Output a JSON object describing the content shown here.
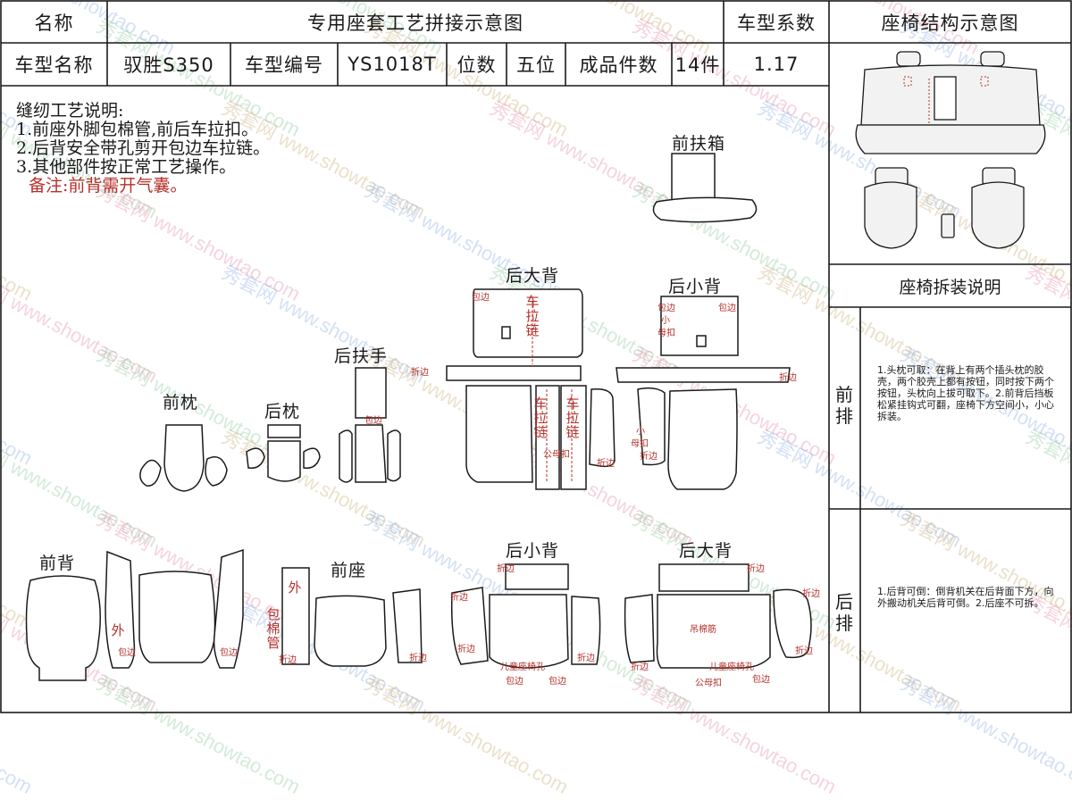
{
  "header": {
    "name_label": "名称",
    "title": "专用座套工艺拼接示意图",
    "coef_label": "车型系数",
    "struct_title": "座椅结构示意图",
    "model_name_label": "车型名称",
    "model_name": "驭胜S350",
    "model_no_label": "车型编号",
    "model_no": "YS1018T",
    "seats_label": "位数",
    "seats": "五位",
    "pieces_label": "成品件数",
    "pieces": "14件",
    "coef_value": "1.17"
  },
  "notes": {
    "title": "缝纫工艺说明:",
    "line1": "1.前座外脚包棉管,前后车拉扣。",
    "line2": "2.后背安全带孔剪开包边车拉链。",
    "line3": "3.其他部件按正常工艺操作。",
    "remark": "备注:前背需开气囊。"
  },
  "pieces": {
    "front_armbox": "前扶箱",
    "rear_big_back_top": "后大背",
    "rear_small_back_top": "后小背",
    "rear_armrest": "后扶手",
    "front_pillow": "前枕",
    "rear_pillow": "后枕",
    "front_back": "前背",
    "front_seat": "前座",
    "rear_small_back_bottom": "后小背",
    "rear_big_back_bottom": "后大背"
  },
  "marks": {
    "binding": "包边",
    "fold": "折边",
    "zipper_v": "车拉链",
    "zipper_v2": "车拉链",
    "zipper_v3": "车拉链",
    "mother_buckle": "母扣",
    "small": "小",
    "mother_buckle2": "母扣",
    "small2": "小",
    "male_female": "公母扣",
    "outer": "外",
    "wrap_tube": "包棉管",
    "outer2": "外",
    "child_seat": "儿童座椅孔",
    "child_seat2": "儿童座椅孔",
    "hang_tube": "吊棉筋",
    "male_female2": "公母扣"
  },
  "right_panel": {
    "disassembly_title": "座椅拆装说明",
    "front_row": "前排",
    "rear_row": "后排",
    "front_text": "1.头枕可取：在背上有两个插头枕的胶壳，两个胶壳上都有按钮，同时按下两个按钮，头枕向上拔可取下。2.前背后挡板松紧挂钩式可翻，座椅下方空间小，小心拆装。",
    "rear_text": "1.后背可倒：倒背机关在后背面下方，向外搬动机关后背可倒。2.后座不可拆。"
  },
  "watermark": {
    "cn": "秀套网",
    "url": "www.showtao.com"
  },
  "colors": {
    "line": "#1a1a1a",
    "annotation_red": "#b5302a",
    "wm1": "#e07a9a",
    "wm2": "#7aa0e0",
    "wm3": "#7ac08a",
    "wm4": "#c0a060"
  }
}
